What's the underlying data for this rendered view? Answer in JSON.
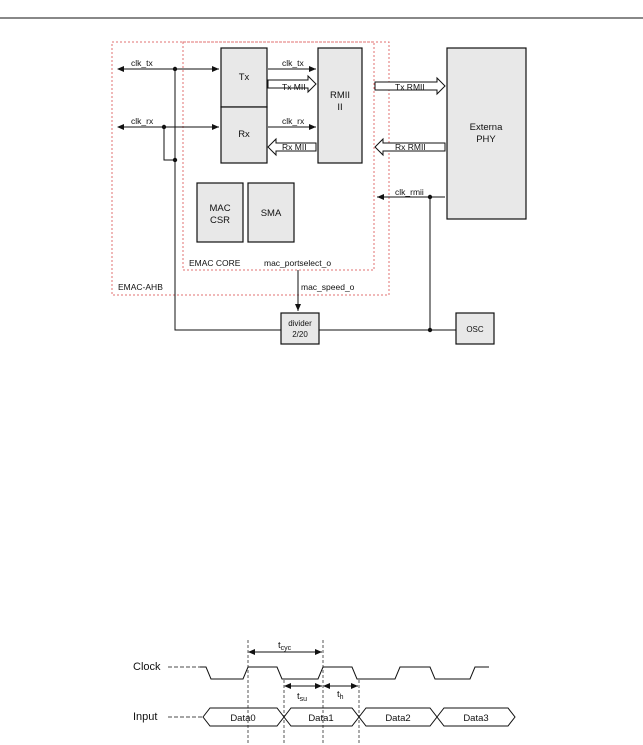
{
  "block_diagram": {
    "outer_label": "EMAC-AHB",
    "core_label": "EMAC CORE",
    "tx_block": "Tx",
    "rx_block": "Rx",
    "rmii_block_line1": "RMII",
    "rmii_block_line2": "II",
    "mac_csr_line1": "MAC",
    "mac_csr_line2": "CSR",
    "sma_block": "SMA",
    "phy_line1": "Externa",
    "phy_line2": "PHY",
    "divider_line1": "divider",
    "divider_line2": "2/20",
    "osc_block": "OSC",
    "sig_clk_tx_left": "clk_tx",
    "sig_clk_rx_left": "clk_rx",
    "sig_clk_tx_inner": "clk_tx",
    "sig_tx_mii": "Tx MII",
    "sig_clk_rx_inner": "clk_rx",
    "sig_rx_mii": "Rx MII",
    "sig_tx_rmii": "Tx RMII",
    "sig_rx_rmii": "Rx RMII",
    "sig_clk_rmii": "clk_rmii",
    "sig_portselect": "mac_portselect_o",
    "sig_speed": "mac_speed_o"
  },
  "timing_diagram": {
    "clock_label": "Clock",
    "input_label": "Input",
    "t_cyc": "t",
    "t_cyc_sub": "cyc",
    "t_su": "t",
    "t_su_sub": "su",
    "t_h": "t",
    "t_h_sub": "h",
    "data": [
      "Data0",
      "Data1",
      "Data2",
      "Data3"
    ]
  }
}
